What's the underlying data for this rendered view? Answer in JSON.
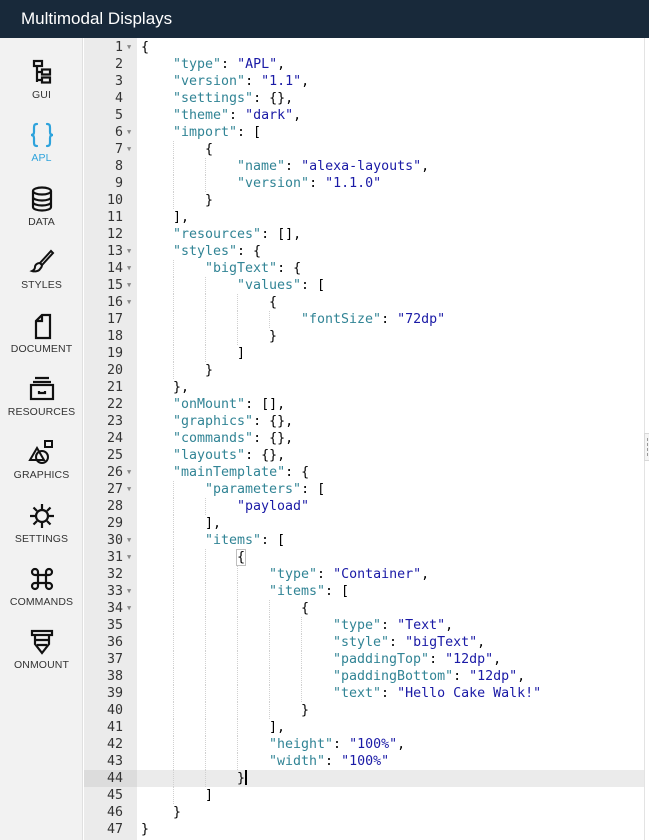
{
  "header": {
    "title": "Multimodal Displays"
  },
  "sidebar": {
    "active": "APL",
    "accent_color": "#2ea3dc",
    "items": [
      {
        "label": "GUI",
        "icon": "tree-icon"
      },
      {
        "label": "APL",
        "icon": "braces-icon"
      },
      {
        "label": "DATA",
        "icon": "database-icon"
      },
      {
        "label": "STYLES",
        "icon": "brush-icon"
      },
      {
        "label": "DOCUMENT",
        "icon": "document-icon"
      },
      {
        "label": "RESOURCES",
        "icon": "drawer-icon"
      },
      {
        "label": "GRAPHICS",
        "icon": "shapes-icon"
      },
      {
        "label": "SETTINGS",
        "icon": "sun-gear-icon"
      },
      {
        "label": "COMMANDS",
        "icon": "command-icon"
      },
      {
        "label": "ONMOUNT",
        "icon": "onmount-icon"
      }
    ]
  },
  "editor": {
    "active_line": 44,
    "lines": [
      {
        "n": "1",
        "fold": true,
        "indent": 0,
        "tokens": [
          [
            "p",
            "{"
          ]
        ]
      },
      {
        "n": "2",
        "indent": 1,
        "tokens": [
          [
            "k",
            "\"type\""
          ],
          [
            "p",
            ": "
          ],
          [
            "s",
            "\"APL\""
          ],
          [
            "p",
            ","
          ]
        ]
      },
      {
        "n": "3",
        "indent": 1,
        "tokens": [
          [
            "k",
            "\"version\""
          ],
          [
            "p",
            ": "
          ],
          [
            "s",
            "\"1.1\""
          ],
          [
            "p",
            ","
          ]
        ]
      },
      {
        "n": "4",
        "indent": 1,
        "tokens": [
          [
            "k",
            "\"settings\""
          ],
          [
            "p",
            ": {},"
          ]
        ]
      },
      {
        "n": "5",
        "indent": 1,
        "tokens": [
          [
            "k",
            "\"theme\""
          ],
          [
            "p",
            ": "
          ],
          [
            "s",
            "\"dark\""
          ],
          [
            "p",
            ","
          ]
        ]
      },
      {
        "n": "6",
        "fold": true,
        "indent": 1,
        "tokens": [
          [
            "k",
            "\"import\""
          ],
          [
            "p",
            ": ["
          ]
        ]
      },
      {
        "n": "7",
        "fold": true,
        "indent": 2,
        "tokens": [
          [
            "p",
            "{"
          ]
        ]
      },
      {
        "n": "8",
        "indent": 3,
        "tokens": [
          [
            "k",
            "\"name\""
          ],
          [
            "p",
            ": "
          ],
          [
            "s",
            "\"alexa-layouts\""
          ],
          [
            "p",
            ","
          ]
        ]
      },
      {
        "n": "9",
        "indent": 3,
        "tokens": [
          [
            "k",
            "\"version\""
          ],
          [
            "p",
            ": "
          ],
          [
            "s",
            "\"1.1.0\""
          ]
        ]
      },
      {
        "n": "10",
        "indent": 2,
        "tokens": [
          [
            "p",
            "}"
          ]
        ]
      },
      {
        "n": "11",
        "indent": 1,
        "tokens": [
          [
            "p",
            "],"
          ]
        ]
      },
      {
        "n": "12",
        "indent": 1,
        "tokens": [
          [
            "k",
            "\"resources\""
          ],
          [
            "p",
            ": [],"
          ]
        ]
      },
      {
        "n": "13",
        "fold": true,
        "indent": 1,
        "tokens": [
          [
            "k",
            "\"styles\""
          ],
          [
            "p",
            ": {"
          ]
        ]
      },
      {
        "n": "14",
        "fold": true,
        "indent": 2,
        "tokens": [
          [
            "k",
            "\"bigText\""
          ],
          [
            "p",
            ": {"
          ]
        ]
      },
      {
        "n": "15",
        "fold": true,
        "indent": 3,
        "tokens": [
          [
            "k",
            "\"values\""
          ],
          [
            "p",
            ": ["
          ]
        ]
      },
      {
        "n": "16",
        "fold": true,
        "indent": 4,
        "tokens": [
          [
            "p",
            "{"
          ]
        ]
      },
      {
        "n": "17",
        "indent": 5,
        "tokens": [
          [
            "k",
            "\"fontSize\""
          ],
          [
            "p",
            ": "
          ],
          [
            "s",
            "\"72dp\""
          ]
        ]
      },
      {
        "n": "18",
        "indent": 4,
        "tokens": [
          [
            "p",
            "}"
          ]
        ]
      },
      {
        "n": "19",
        "indent": 3,
        "tokens": [
          [
            "p",
            "]"
          ]
        ]
      },
      {
        "n": "20",
        "indent": 2,
        "tokens": [
          [
            "p",
            "}"
          ]
        ]
      },
      {
        "n": "21",
        "indent": 1,
        "tokens": [
          [
            "p",
            "},"
          ]
        ]
      },
      {
        "n": "22",
        "indent": 1,
        "tokens": [
          [
            "k",
            "\"onMount\""
          ],
          [
            "p",
            ": [],"
          ]
        ]
      },
      {
        "n": "23",
        "indent": 1,
        "tokens": [
          [
            "k",
            "\"graphics\""
          ],
          [
            "p",
            ": {},"
          ]
        ]
      },
      {
        "n": "24",
        "indent": 1,
        "tokens": [
          [
            "k",
            "\"commands\""
          ],
          [
            "p",
            ": {},"
          ]
        ]
      },
      {
        "n": "25",
        "indent": 1,
        "tokens": [
          [
            "k",
            "\"layouts\""
          ],
          [
            "p",
            ": {},"
          ]
        ]
      },
      {
        "n": "26",
        "fold": true,
        "indent": 1,
        "tokens": [
          [
            "k",
            "\"mainTemplate\""
          ],
          [
            "p",
            ": {"
          ]
        ]
      },
      {
        "n": "27",
        "fold": true,
        "indent": 2,
        "tokens": [
          [
            "k",
            "\"parameters\""
          ],
          [
            "p",
            ": ["
          ]
        ]
      },
      {
        "n": "28",
        "indent": 3,
        "tokens": [
          [
            "s",
            "\"payload\""
          ]
        ]
      },
      {
        "n": "29",
        "indent": 2,
        "tokens": [
          [
            "p",
            "],"
          ]
        ]
      },
      {
        "n": "30",
        "fold": true,
        "indent": 2,
        "tokens": [
          [
            "k",
            "\"items\""
          ],
          [
            "p",
            ": ["
          ]
        ]
      },
      {
        "n": "31",
        "fold": true,
        "indent": 3,
        "tokens": [
          [
            "h",
            "{"
          ]
        ]
      },
      {
        "n": "32",
        "indent": 4,
        "tokens": [
          [
            "k",
            "\"type\""
          ],
          [
            "p",
            ": "
          ],
          [
            "s",
            "\"Container\""
          ],
          [
            "p",
            ","
          ]
        ]
      },
      {
        "n": "33",
        "fold": true,
        "indent": 4,
        "tokens": [
          [
            "k",
            "\"items\""
          ],
          [
            "p",
            ": ["
          ]
        ]
      },
      {
        "n": "34",
        "fold": true,
        "indent": 5,
        "tokens": [
          [
            "p",
            "{"
          ]
        ]
      },
      {
        "n": "35",
        "indent": 6,
        "tokens": [
          [
            "k",
            "\"type\""
          ],
          [
            "p",
            ": "
          ],
          [
            "s",
            "\"Text\""
          ],
          [
            "p",
            ","
          ]
        ]
      },
      {
        "n": "36",
        "indent": 6,
        "tokens": [
          [
            "k",
            "\"style\""
          ],
          [
            "p",
            ": "
          ],
          [
            "s",
            "\"bigText\""
          ],
          [
            "p",
            ","
          ]
        ]
      },
      {
        "n": "37",
        "indent": 6,
        "tokens": [
          [
            "k",
            "\"paddingTop\""
          ],
          [
            "p",
            ": "
          ],
          [
            "s",
            "\"12dp\""
          ],
          [
            "p",
            ","
          ]
        ]
      },
      {
        "n": "38",
        "indent": 6,
        "tokens": [
          [
            "k",
            "\"paddingBottom\""
          ],
          [
            "p",
            ": "
          ],
          [
            "s",
            "\"12dp\""
          ],
          [
            "p",
            ","
          ]
        ]
      },
      {
        "n": "39",
        "indent": 6,
        "tokens": [
          [
            "k",
            "\"text\""
          ],
          [
            "p",
            ": "
          ],
          [
            "s",
            "\"Hello Cake Walk!\""
          ]
        ]
      },
      {
        "n": "40",
        "indent": 5,
        "tokens": [
          [
            "p",
            "}"
          ]
        ]
      },
      {
        "n": "41",
        "indent": 4,
        "tokens": [
          [
            "p",
            "],"
          ]
        ]
      },
      {
        "n": "42",
        "indent": 4,
        "tokens": [
          [
            "k",
            "\"height\""
          ],
          [
            "p",
            ": "
          ],
          [
            "s",
            "\"100%\""
          ],
          [
            "p",
            ","
          ]
        ]
      },
      {
        "n": "43",
        "indent": 4,
        "tokens": [
          [
            "k",
            "\"width\""
          ],
          [
            "p",
            ": "
          ],
          [
            "s",
            "\"100%\""
          ]
        ]
      },
      {
        "n": "44",
        "indent": 3,
        "tokens": [
          [
            "p",
            "}"
          ],
          [
            "c",
            ""
          ]
        ]
      },
      {
        "n": "45",
        "indent": 2,
        "tokens": [
          [
            "p",
            "]"
          ]
        ]
      },
      {
        "n": "46",
        "indent": 1,
        "tokens": [
          [
            "p",
            "}"
          ]
        ]
      },
      {
        "n": "47",
        "indent": 0,
        "tokens": [
          [
            "p",
            "}"
          ]
        ]
      }
    ]
  }
}
